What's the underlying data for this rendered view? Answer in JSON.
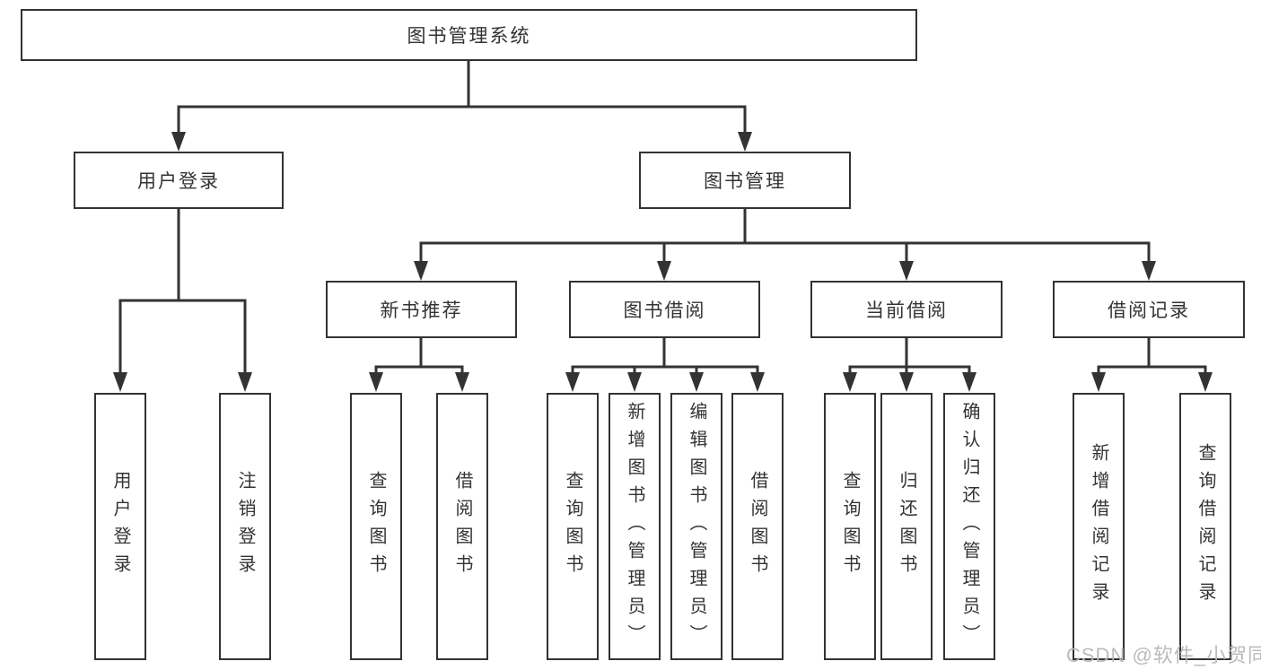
{
  "diagram": {
    "root": {
      "label": "图书管理系统"
    },
    "branches": [
      {
        "label": "用户登录",
        "children": [
          {
            "label": "用户登录"
          },
          {
            "label": "注销登录"
          }
        ]
      },
      {
        "label": "图书管理",
        "children": [
          {
            "label": "新书推荐",
            "children": [
              {
                "label": "查询图书"
              },
              {
                "label": "借阅图书"
              }
            ]
          },
          {
            "label": "图书借阅",
            "children": [
              {
                "label": "查询图书"
              },
              {
                "label": "新增图书（管理员）"
              },
              {
                "label": "编辑图书（管理员）"
              },
              {
                "label": "借阅图书"
              }
            ]
          },
          {
            "label": "当前借阅",
            "children": [
              {
                "label": "查询图书"
              },
              {
                "label": "归还图书"
              },
              {
                "label": "确认归还（管理员）"
              }
            ]
          },
          {
            "label": "借阅记录",
            "children": [
              {
                "label": "新增借阅记录"
              },
              {
                "label": "查询借阅记录"
              }
            ]
          }
        ]
      }
    ]
  },
  "watermark": {
    "text": "CSDN @软件_小贺同学"
  },
  "colors": {
    "line": "#333333",
    "text": "#333333",
    "box_background": "#ffffff",
    "page_background": "#ffffff",
    "watermark": "#b8b8b8"
  }
}
